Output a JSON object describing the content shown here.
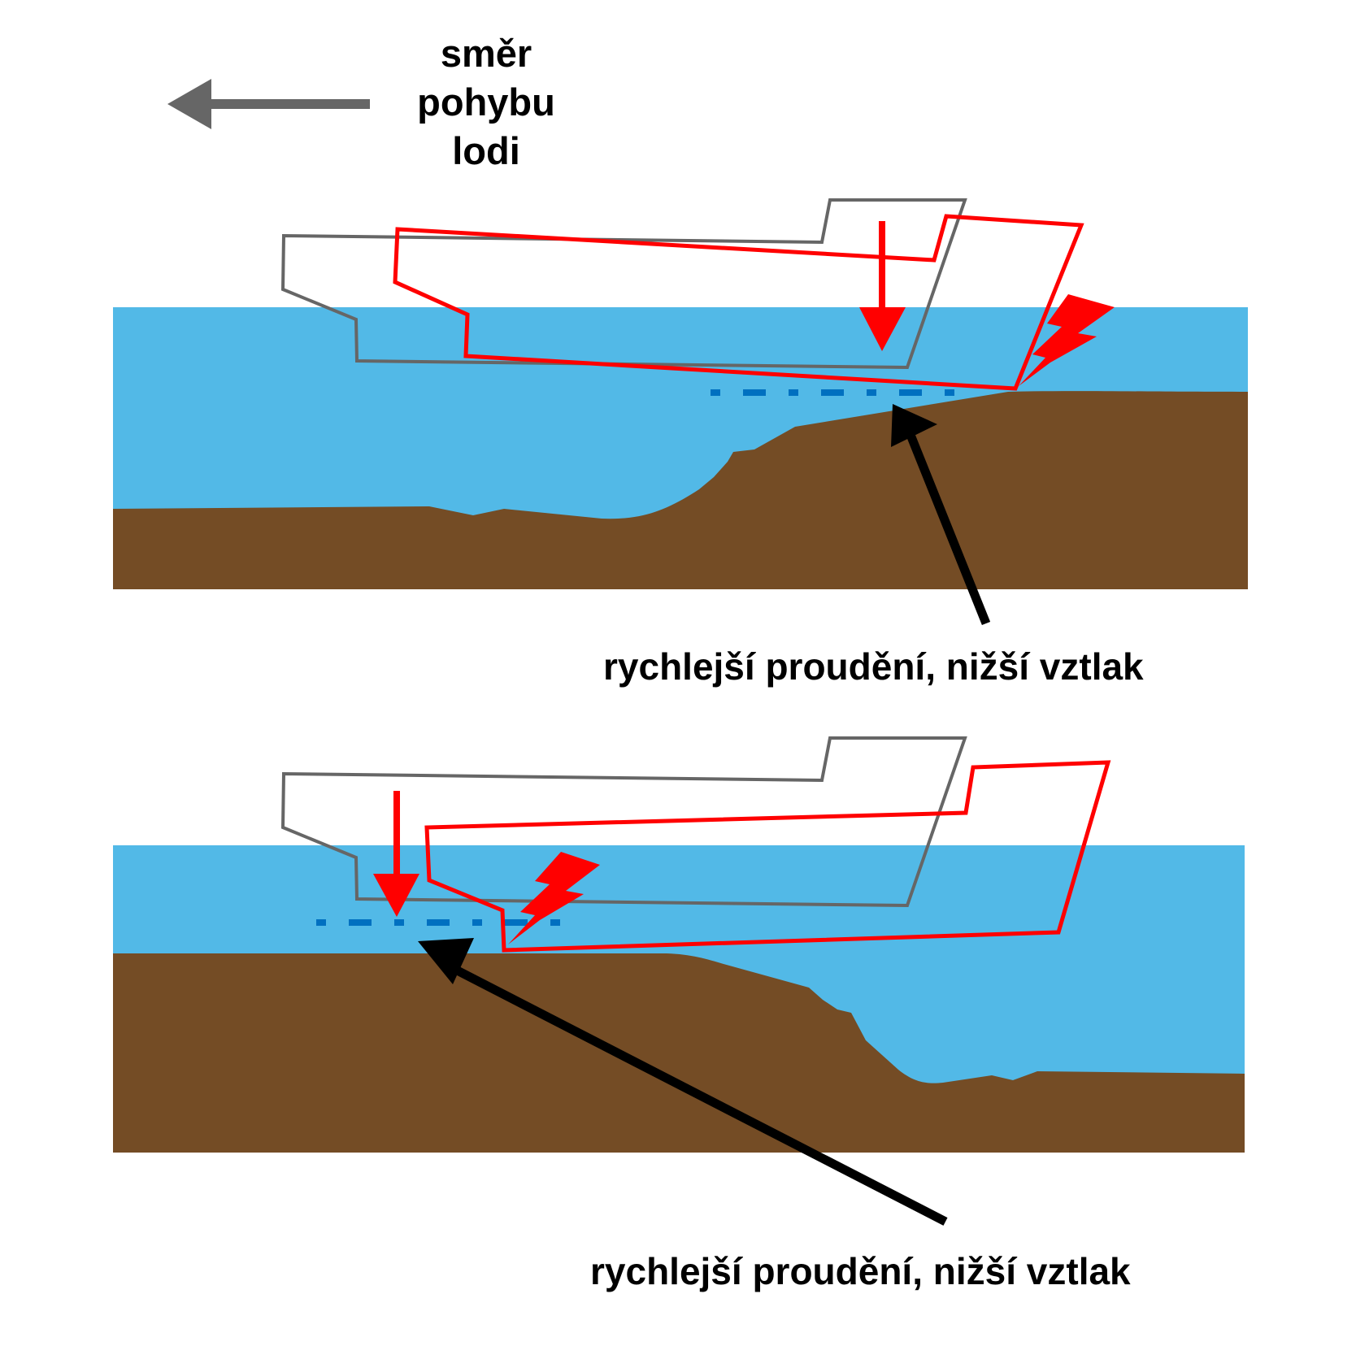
{
  "direction_label": {
    "line1": "směr",
    "line2": "pohybu",
    "line3": "lodi"
  },
  "panels": [
    {
      "caption": "rychlejší proudění, nižší vztlak"
    },
    {
      "caption": "rychlejší proudění, nižší vztlak"
    }
  ],
  "colors": {
    "water": "#52B9E7",
    "seabed": "#744C25",
    "hull_original": "#666666",
    "hull_squatted": "#FF0000",
    "force_arrow": "#FF0000",
    "impact_icon": "#FF0000",
    "reference_line": "#0070C0",
    "annotation_arrow": "#000000",
    "direction_arrow": "#666666"
  },
  "icons": {
    "direction": "arrow-left-icon",
    "impact": "lightning-bolt-icon",
    "force": "arrow-down-icon"
  }
}
